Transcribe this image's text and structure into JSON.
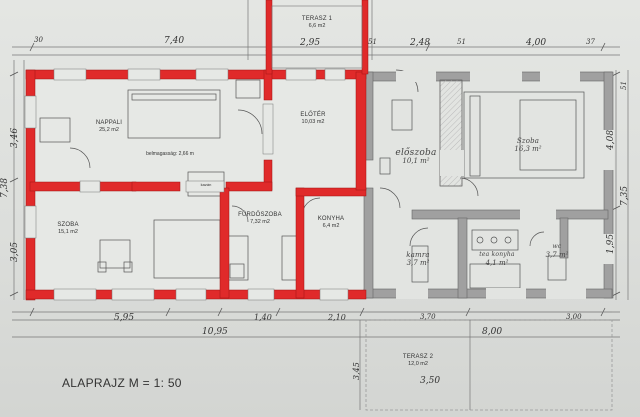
{
  "plan_title": "ALAPRAJZ  M = 1: 50",
  "rooms": {
    "terasz1": {
      "name": "TERASZ 1",
      "area": "6,6 m2"
    },
    "nappali": {
      "name": "NAPPALI",
      "area": "25,2 m2",
      "note": "belmagasság: 2,66 m"
    },
    "eloter": {
      "name": "ELŐTÉR",
      "area": "10,03 m2"
    },
    "szoba": {
      "name": "SZOBA",
      "area": "15,1 m2"
    },
    "furdoszoba": {
      "name": "FÜRDŐSZOBA",
      "area": "7,32 m2"
    },
    "konyha": {
      "name": "KONYHA",
      "area": "6,4 m2"
    },
    "eloszoba": {
      "name": "előszoba",
      "area": "10,1 m²"
    },
    "szoba2": {
      "name": "Szoba",
      "area": "16,3 m²"
    },
    "kamra": {
      "name": "kamra",
      "area": "3,7 m²"
    },
    "nyari_konyha": {
      "name": "tea konyha",
      "area": "4,1 m²"
    },
    "wc": {
      "name": "wc",
      "area": "3,7 m²"
    },
    "terasz2": {
      "name": "TERASZ 2",
      "area": "12,0 m2"
    },
    "kazan": {
      "name": "kazán"
    }
  },
  "dimensions": {
    "top_740": "7,40",
    "top_295": "2,95",
    "top_248": "2,48",
    "top_400": "4,00",
    "top_30": "30",
    "top_51a": "51",
    "top_51b": "51",
    "top_37": "37",
    "bottom_595": "5,95",
    "bottom_140": "1,40",
    "bottom_210": "2,10",
    "bottom_1095": "10,95",
    "bottom_800": "8,00",
    "bottom_370": "3,70",
    "bottom_300": "3,00",
    "bottom_350": "3,50",
    "bottom_345": "3,45",
    "left_346": "3,46",
    "left_305": "3,05",
    "left_738": "7,38",
    "right_408": "4,08",
    "right_195": "1,95",
    "right_735": "7,35",
    "right_51": "51"
  },
  "colors": {
    "wall_existing": "#e02a2a",
    "wall_new": "#9a9a9a",
    "line": "#4a4a4a",
    "dim_line": "#777777"
  }
}
